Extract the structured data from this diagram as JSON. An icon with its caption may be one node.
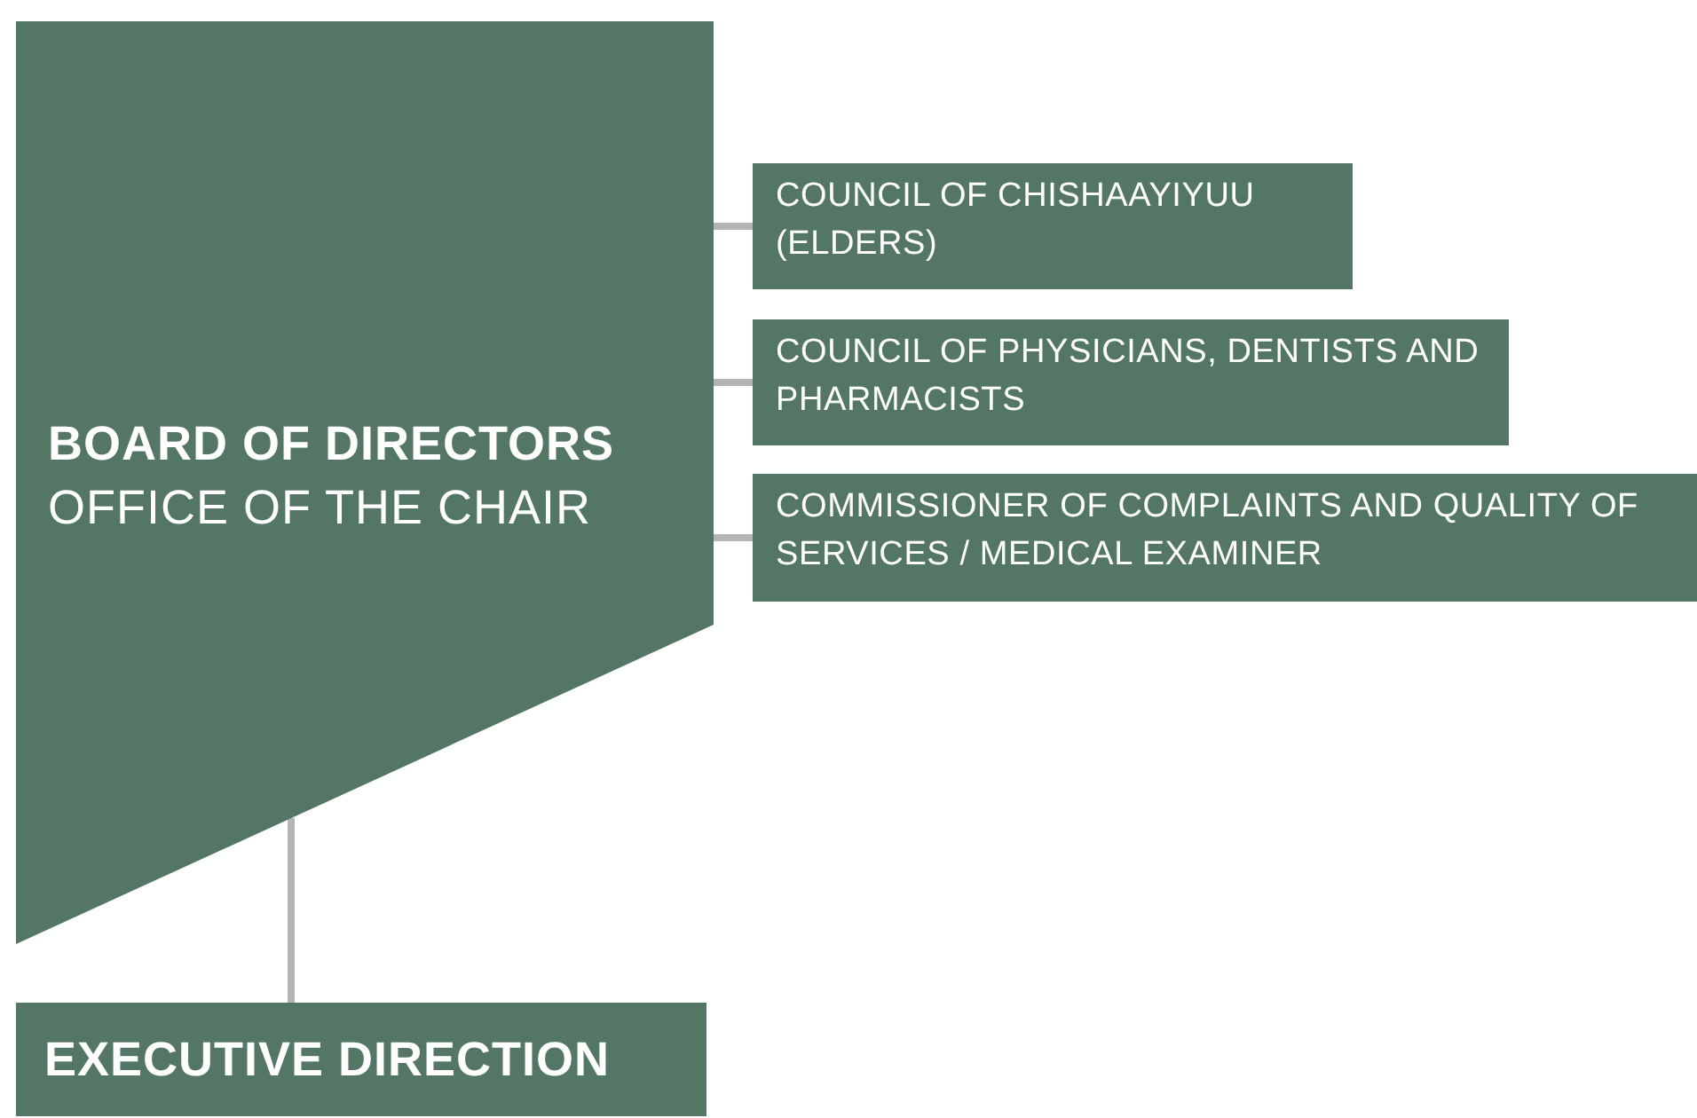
{
  "diagram": {
    "nodes": [
      {
        "text": [
          "BOARD OF DIRECTORS",
          "OFFICE OF THE CHAIR"
        ]
      },
      {
        "text": [
          "COUNCIL OF CHISHAAYIYUU (ELDERS)"
        ]
      },
      {
        "text": [
          "COUNCIL OF PHYSICIANS, DENTISTS AND PHARMACISTS"
        ]
      },
      {
        "text": [
          "COMMISSIONER OF COMPLAINTS AND QUALITY OF SERVICES / MEDICAL EXAMINER"
        ]
      },
      {
        "text": [
          "EXECUTIVE DIRECTION"
        ]
      }
    ],
    "edges": [
      {
        "from": 0,
        "to": 1,
        "arrow": "none"
      },
      {
        "from": 0,
        "to": 2,
        "arrow": "none"
      },
      {
        "from": 0,
        "to": 3,
        "arrow": "none"
      },
      {
        "from": 0,
        "to": 4,
        "arrow": "none"
      }
    ]
  }
}
